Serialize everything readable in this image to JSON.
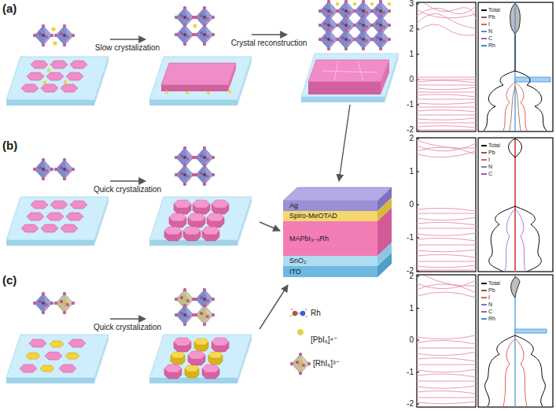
{
  "diagram": {
    "nodes": [
      {
        "text": [
          "Ag"
        ]
      },
      {
        "text": [
          "Spiro-MeOTAD"
        ]
      },
      {
        "text": [
          "MAPbI₃₋ₓRh"
        ]
      },
      {
        "text": [
          "SnO₂"
        ]
      },
      {
        "text": [
          "ITO"
        ]
      }
    ],
    "labels": [
      "(a)",
      "(b)",
      "(c)",
      "Slow crystalization",
      "Crystal reconstruction",
      "Quick crystalization",
      "Quick crystalization",
      "Rh",
      "[PbI₆]⁴⁻",
      "[RhI₆]³⁻",
      "3",
      "2",
      "1",
      "0",
      "-1",
      "-2",
      "2",
      "1",
      "0",
      "-1",
      "-2",
      "2",
      "1",
      "0",
      "-1",
      "-2"
    ],
    "legend": [
      {
        "text": "Total",
        "color": "#000000"
      },
      {
        "text": "Pb",
        "color": "#8c5a4a"
      },
      {
        "text": "I",
        "color": "#e0605a"
      },
      {
        "text": "N",
        "color": "#6f7fd6"
      },
      {
        "text": "C",
        "color": "#9a5cc4"
      },
      {
        "text": "Rh",
        "color": "#3b8fd8"
      },
      {
        "text": "Total",
        "color": "#000000"
      },
      {
        "text": "Pb",
        "color": "#8c5a4a"
      },
      {
        "text": "I",
        "color": "#e0605a"
      },
      {
        "text": "N",
        "color": "#6f7fd6"
      },
      {
        "text": "C",
        "color": "#9a5cc4"
      },
      {
        "text": "Total",
        "color": "#000000"
      },
      {
        "text": "Pb",
        "color": "#8c5a4a"
      },
      {
        "text": "I",
        "color": "#e0605a"
      },
      {
        "text": "N",
        "color": "#6f7fd6"
      },
      {
        "text": "C",
        "color": "#9a5cc4"
      },
      {
        "text": "Rh",
        "color": "#3b8fd8"
      }
    ]
  }
}
